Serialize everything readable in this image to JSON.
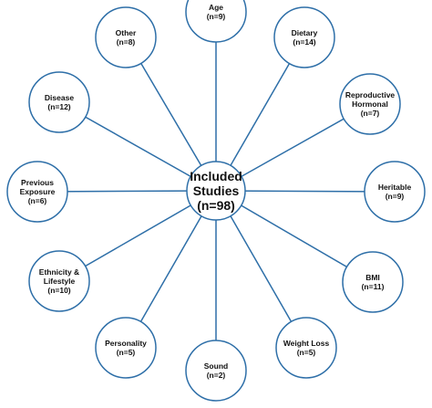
{
  "center": {
    "lines": [
      "Included",
      "Studies",
      "(n=98)"
    ]
  },
  "categories": [
    {
      "id": "age",
      "lines": [
        "Age",
        "(n=9)"
      ],
      "count": 9
    },
    {
      "id": "dietary",
      "lines": [
        "Dietary",
        "(n=14)"
      ],
      "count": 14
    },
    {
      "id": "reproductive-hormonal",
      "lines": [
        "Reproductive",
        "Hormonal",
        "(n=7)"
      ],
      "count": 7
    },
    {
      "id": "heritable",
      "lines": [
        "Heritable",
        "(n=9)"
      ],
      "count": 9
    },
    {
      "id": "bmi",
      "lines": [
        "BMI",
        "(n=11)"
      ],
      "count": 11
    },
    {
      "id": "weight-loss",
      "lines": [
        "Weight Loss",
        "(n=5)"
      ],
      "count": 5
    },
    {
      "id": "sound",
      "lines": [
        "Sound",
        "(n=2)"
      ],
      "count": 2
    },
    {
      "id": "personality",
      "lines": [
        "Personality",
        "(n=5)"
      ],
      "count": 5
    },
    {
      "id": "ethnicity-lifestyle",
      "lines": [
        "Ethnicity &",
        "Lifestyle",
        "(n=10)"
      ],
      "count": 10
    },
    {
      "id": "previous-exposure",
      "lines": [
        "Previous",
        "Exposure",
        "(n=6)"
      ],
      "count": 6
    },
    {
      "id": "disease",
      "lines": [
        "Disease",
        "(n=12)"
      ],
      "count": 12
    },
    {
      "id": "other",
      "lines": [
        "Other",
        "(n=8)"
      ],
      "count": 8
    }
  ],
  "colors": {
    "stroke": "#2e6fa8",
    "fill": "#ffffff",
    "text": "#111111"
  }
}
